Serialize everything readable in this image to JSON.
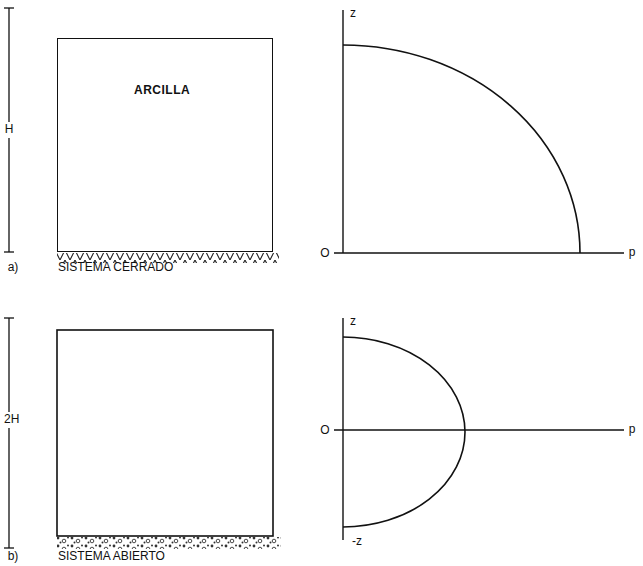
{
  "diagram": {
    "nodes": [
      {
        "text": [
          "ARCILLA"
        ]
      }
    ],
    "labels": [
      "H",
      "z",
      "O",
      "p",
      "a)",
      "SISTEMA CERRADO",
      "2H",
      "z",
      "O",
      "p",
      "-z",
      "b)",
      "SISTEMA ABIERTO"
    ]
  }
}
